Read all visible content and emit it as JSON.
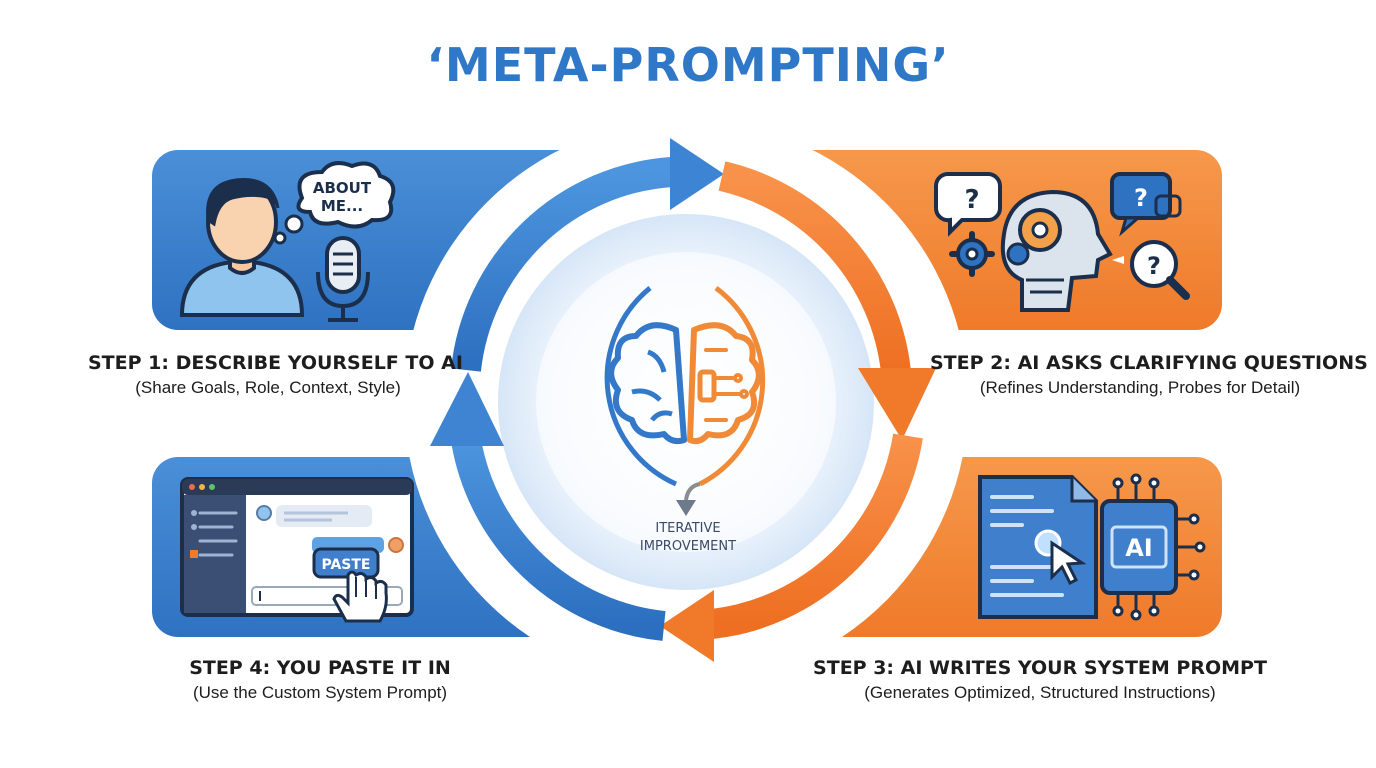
{
  "title": "‘META-PROMPTING’",
  "center": {
    "label_line1": "ITERATIVE",
    "label_line2": "IMPROVEMENT"
  },
  "steps": [
    {
      "heading": "STEP 1: DESCRIBE YOURSELF TO AI",
      "subtext": "(Share Goals, Role, Context, Style)",
      "bubble_line1": "ABOUT",
      "bubble_line2": "ME..."
    },
    {
      "heading": "STEP 2: AI ASKS CLARIFYING QUESTIONS",
      "subtext": "(Refines Understanding, Probes for Detail)"
    },
    {
      "heading": "STEP 3: AI WRITES YOUR SYSTEM PROMPT",
      "subtext": "(Generates Optimized, Structured Instructions)",
      "chip_label": "AI"
    },
    {
      "heading": "STEP 4: YOU PASTE IT IN",
      "subtext": "(Use the Custom System Prompt)",
      "button_label": "PASTE"
    }
  ],
  "colors": {
    "blue": "#2f78c8",
    "orange": "#ef7a2a",
    "dark": "#1d1d1d"
  }
}
